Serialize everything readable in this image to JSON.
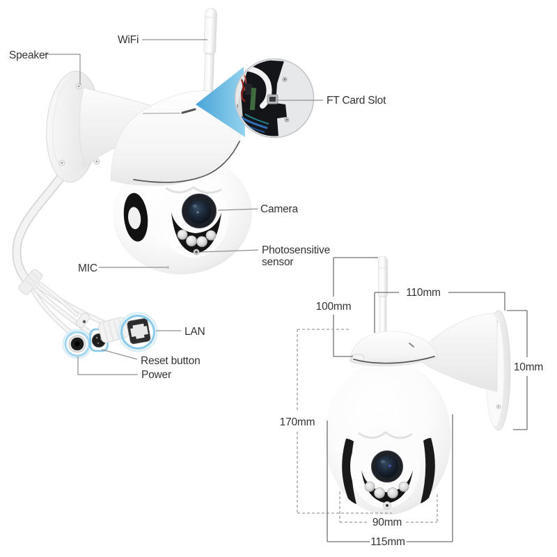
{
  "callouts": {
    "speaker": "Speaker",
    "wifi": "WiFi",
    "ft_card_slot": "FT Card Slot",
    "camera": "Camera",
    "photosensitive_line1": "Photosensitive",
    "photosensitive_line2": "sensor",
    "mic": "MIC",
    "lan": "LAN",
    "reset_button": "Reset button",
    "power": "Power"
  },
  "dimensions": {
    "antenna_height": "100mm",
    "bracket_length": "110mm",
    "mount_plate_depth": "10mm",
    "body_height": "170mm",
    "dome_width": "90mm",
    "overall_width": "115mm"
  },
  "colors": {
    "highlight_blue": "#46a6d8",
    "label_text": "#333333",
    "leader_line": "#8f8f8f",
    "body_white": "#f7f7f7",
    "dark_parts": "#161616"
  }
}
